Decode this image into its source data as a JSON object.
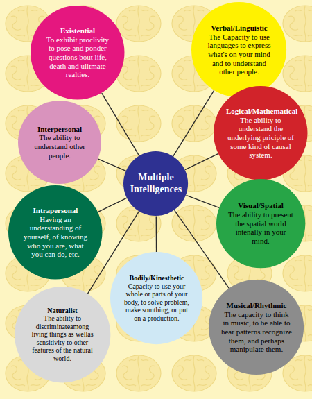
{
  "diagram": {
    "nodes": [
      {
        "text": [
          "Existential",
          "To exhibit proclivity to pose and ponder questions bout life, death and ulitmate realties."
        ]
      },
      {
        "text": [
          "Verbal/Linguistic",
          "The Capacity to use languages to express what's on your mind and to understand other people."
        ]
      },
      {
        "text": [
          "Interpersonal",
          "The ability to understand other people."
        ]
      },
      {
        "text": [
          "Logical/Mathematical",
          "The ability to understand the underlying priciple of some kind of causal system."
        ]
      },
      {
        "text": [
          "Multiple Intelligences"
        ]
      },
      {
        "text": [
          "Intrapersonal",
          "Having an understanding of yourself, of knowing who you are, what you can do, etc."
        ]
      },
      {
        "text": [
          "Visual/Spatial",
          "The ability to present the spatial world intenally in your mind."
        ]
      },
      {
        "text": [
          "Bodily/Kinesthetic",
          "Capacity to use your whole or parts of your body, to solve problem, make somthing, or put on a production."
        ]
      },
      {
        "text": [
          "Naturalist",
          "The ability to discriminateamong living things as wellas sensitivity to other features of the natural world."
        ]
      },
      {
        "text": [
          "Musical/Rhythmic",
          "The capacity to think in music, to be able to hear patterns recognize them, and perhaps manipulate them."
        ]
      }
    ],
    "edges": [
      {
        "from": 4,
        "to": 0,
        "arrow": "none"
      },
      {
        "from": 4,
        "to": 1,
        "arrow": "none"
      },
      {
        "from": 4,
        "to": 2,
        "arrow": "none"
      },
      {
        "from": 4,
        "to": 3,
        "arrow": "none"
      },
      {
        "from": 4,
        "to": 5,
        "arrow": "none"
      },
      {
        "from": 4,
        "to": 6,
        "arrow": "none"
      },
      {
        "from": 4,
        "to": 7,
        "arrow": "none"
      },
      {
        "from": 4,
        "to": 8,
        "arrow": "none"
      },
      {
        "from": 4,
        "to": 9,
        "arrow": "none"
      }
    ]
  }
}
